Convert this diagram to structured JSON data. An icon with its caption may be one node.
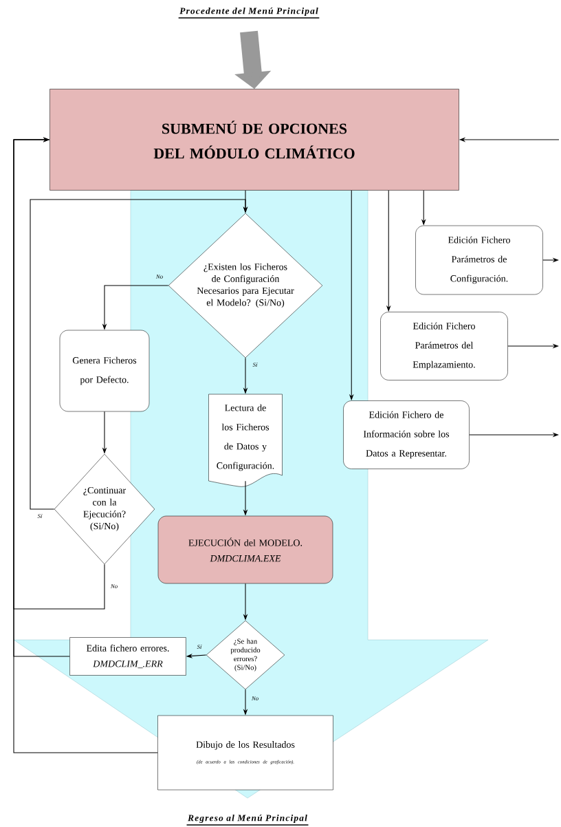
{
  "diagram": {
    "nodes": [
      {
        "text": [
          "Procedente del Menú Principal"
        ]
      },
      {
        "text": [
          "SUBMENÚ DE OPCIONES DEL MÓDULO CLIMÁTICO"
        ]
      },
      {
        "text": [
          "¿Existen los Ficheros de Configuración Necesarios para Ejecutar el Modelo? (Si/No)"
        ]
      },
      {
        "text": [
          "Genera Ficheros por Defecto."
        ]
      },
      {
        "text": [
          "¿Continuar con la Ejecución? (Si/No)"
        ]
      },
      {
        "text": [
          "Lectura de los Ficheros de Datos y Configuración."
        ]
      },
      {
        "text": [
          "Edición Fichero Parámetros de Configuración."
        ]
      },
      {
        "text": [
          "Edición Fichero Parámetros del Emplazamiento."
        ]
      },
      {
        "text": [
          "Edición Fichero de Información sobre los Datos a Representar."
        ]
      },
      {
        "text": [
          "EJECUCIÓN del MODELO.",
          "DMDCLIMA.EXE"
        ]
      },
      {
        "text": [
          "¿Se han producido errores? (Si/No)"
        ]
      },
      {
        "text": [
          "Edita fichero errores.",
          "DMDCLIM_.ERR"
        ]
      },
      {
        "text": [
          "Dibujo de los Resultados",
          "(de acuerdo a las condiciones de graficación)."
        ]
      },
      {
        "text": [
          "Regreso al Menú Principal"
        ]
      }
    ],
    "edges": [
      {
        "from": 0,
        "to": 1,
        "arrow": "to",
        "style": "thick",
        "color": "#999999"
      },
      {
        "from": null,
        "to": 1,
        "arrow": "to"
      },
      {
        "from": 1,
        "to": 2,
        "arrow": "to"
      },
      {
        "from": 1,
        "to": 6,
        "arrow": "to"
      },
      {
        "from": 1,
        "to": 7,
        "arrow": "to"
      },
      {
        "from": 1,
        "to": 8,
        "arrow": "to"
      },
      {
        "from": 6,
        "to": null,
        "arrow": "to"
      },
      {
        "from": 7,
        "to": null,
        "arrow": "to"
      },
      {
        "from": 8,
        "to": null,
        "arrow": "to"
      },
      {
        "from": 2,
        "to": 3,
        "arrow": "to",
        "label": "No"
      },
      {
        "from": 2,
        "to": 5,
        "arrow": "to",
        "label": "Sí"
      },
      {
        "from": 3,
        "to": 4,
        "arrow": "to"
      },
      {
        "from": 4,
        "to": 2,
        "arrow": "to",
        "label": "Sí"
      },
      {
        "from": 4,
        "to": 1,
        "arrow": "to",
        "label": "No"
      },
      {
        "from": 5,
        "to": 9,
        "arrow": "to"
      },
      {
        "from": 9,
        "to": 10,
        "arrow": "to"
      },
      {
        "from": 10,
        "to": 11,
        "arrow": "to",
        "label": "Sí"
      },
      {
        "from": 10,
        "to": 12,
        "arrow": "to",
        "label": "No"
      },
      {
        "from": 11,
        "to": 1,
        "arrow": "to"
      },
      {
        "from": 12,
        "to": 1,
        "arrow": "to"
      },
      {
        "from": 1,
        "to": 13,
        "arrow": "to",
        "style": "thick",
        "color": "#ccf8fc"
      }
    ]
  }
}
